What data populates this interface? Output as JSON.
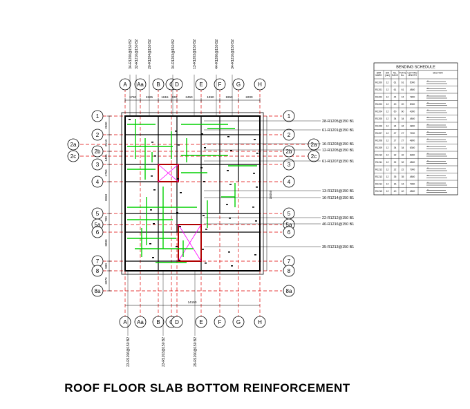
{
  "caption": "ROOF FLOOR SLAB BOTTOM REINFORCEMENT",
  "colors": {
    "grid": "#e00000",
    "bars": "#00d000",
    "beam": "#000000",
    "opening": "#ff00ff",
    "opening_edge": "#b00000"
  },
  "grid_cols": [
    "A",
    "Aa",
    "B",
    "C",
    "D",
    "E",
    "F",
    "G",
    "H"
  ],
  "grid_rows": [
    "1",
    "2",
    "2a",
    "2b",
    "2c",
    "3",
    "4",
    "5",
    "5a",
    "6",
    "7",
    "8",
    "8a"
  ],
  "top_dims": [
    "1750",
    "2225",
    "1615",
    "400",
    "2450",
    "1950",
    "1950",
    "2200"
  ],
  "left_dims": [
    "2000",
    "2510",
    "1485",
    "1750",
    "3550",
    "700",
    "3000",
    "900",
    "2073"
  ],
  "overall_dims": {
    "horizontal": "14150",
    "vertical": "18050"
  },
  "top_bar_labels": [
    "34-R1200@150 B2",
    "32-R1210@150 B2",
    "20-R1204@150 B2",
    "34-R1203@150 B2",
    "13-R1203@150 B2",
    "44-R1200@150 B2",
    "34-R1210@150 B2"
  ],
  "bottom_bar_labels": [
    "23-R1206@150 B2",
    "23-R1203@150 B2",
    "29-R1200@150 B2"
  ],
  "right_callouts": [
    "28-R1205@150 B1",
    "61-R1201@150 B1",
    "16-R1203@150 B1",
    "12-R1205@150 B1",
    "61-R1207@150 B1",
    "13-R1215@150 B1",
    "16-R1214@150 B1",
    "22-R1212@150 B1",
    "40-R1216@150 B1",
    "35-R1213@150 B1"
  ],
  "schedule": {
    "title": "BENDING SCHEDULE",
    "headers": [
      "BAR MARK",
      "DIA (mm)",
      "No. EACH",
      "TOTAL No.",
      "CUTTING LENGTH",
      "SECTION"
    ],
    "rows": [
      [
        "R1200",
        "12",
        "61",
        "61",
        "5000"
      ],
      [
        "R1201",
        "12",
        "61",
        "61",
        "4800"
      ],
      [
        "R1202",
        "12",
        "44",
        "44",
        "7800"
      ],
      [
        "R1203",
        "12",
        "20",
        "20",
        "5000"
      ],
      [
        "R1204",
        "12",
        "60",
        "60",
        "4300"
      ],
      [
        "R1205",
        "12",
        "34",
        "34",
        "4800"
      ],
      [
        "R1206",
        "12",
        "34",
        "34",
        "4800"
      ],
      [
        "R1207",
        "12",
        "27",
        "27",
        "7200"
      ],
      [
        "R1208",
        "12",
        "27",
        "27",
        "4800"
      ],
      [
        "R1209",
        "12",
        "34",
        "34",
        "6300"
      ],
      [
        "R1210",
        "12",
        "32",
        "32",
        "6300"
      ],
      [
        "R1211",
        "12",
        "32",
        "32",
        "4800"
      ],
      [
        "R1212",
        "12",
        "22",
        "22",
        "7900"
      ],
      [
        "R1213",
        "12",
        "35",
        "35",
        "4800"
      ],
      [
        "R1214",
        "12",
        "16",
        "16",
        "7900"
      ],
      [
        "R1215",
        "12",
        "40",
        "40",
        "4800"
      ]
    ]
  }
}
